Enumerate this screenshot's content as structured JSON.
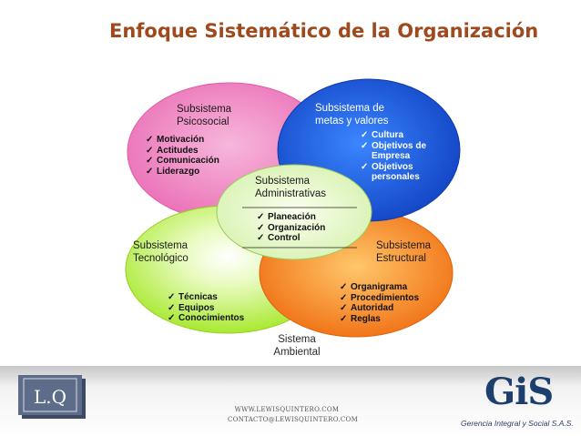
{
  "title": "Enfoque Sistemático de la Organización",
  "subsystems": {
    "psicosocial": {
      "label": [
        "Subsistema",
        "Psicosocial"
      ],
      "items": [
        "Motivación",
        "Actitudes",
        "Comunicación",
        "Liderazgo"
      ],
      "color": "#f08cc4"
    },
    "metas": {
      "label": [
        "Subsistema de",
        "metas y valores"
      ],
      "items": [
        "Cultura",
        "Objetivos de Empresa",
        "Objetivos personales"
      ],
      "color": "#1e62e0"
    },
    "administrativas": {
      "label": [
        "Subsistema",
        "Administrativas"
      ],
      "items": [
        "Planeación",
        "Organización",
        "Control"
      ],
      "color": "#e6f6c8"
    },
    "tecnologico": {
      "label": [
        "Subsistema",
        "Tecnológico"
      ],
      "items": [
        "Técnicas",
        "Equipos",
        "Conocimientos"
      ],
      "color": "#b6f03a"
    },
    "estructural": {
      "label": [
        "Subsistema",
        "Estructural"
      ],
      "items": [
        "Organigrama",
        "Procedimientos",
        "Autoridad",
        "Reglas"
      ],
      "color": "#f58a1f"
    }
  },
  "environment": [
    "Sistema",
    "Ambiental"
  ],
  "footer": {
    "lq_logo": "L.Q",
    "web": "WWW.LEWISQUINTERO.COM",
    "email": "CONTACTO@LEWISQUINTERO.COM",
    "gis_logo": "GiS",
    "gis_tagline": "Gerencia Integral y Social S.A.S."
  },
  "check_glyph": "✓"
}
